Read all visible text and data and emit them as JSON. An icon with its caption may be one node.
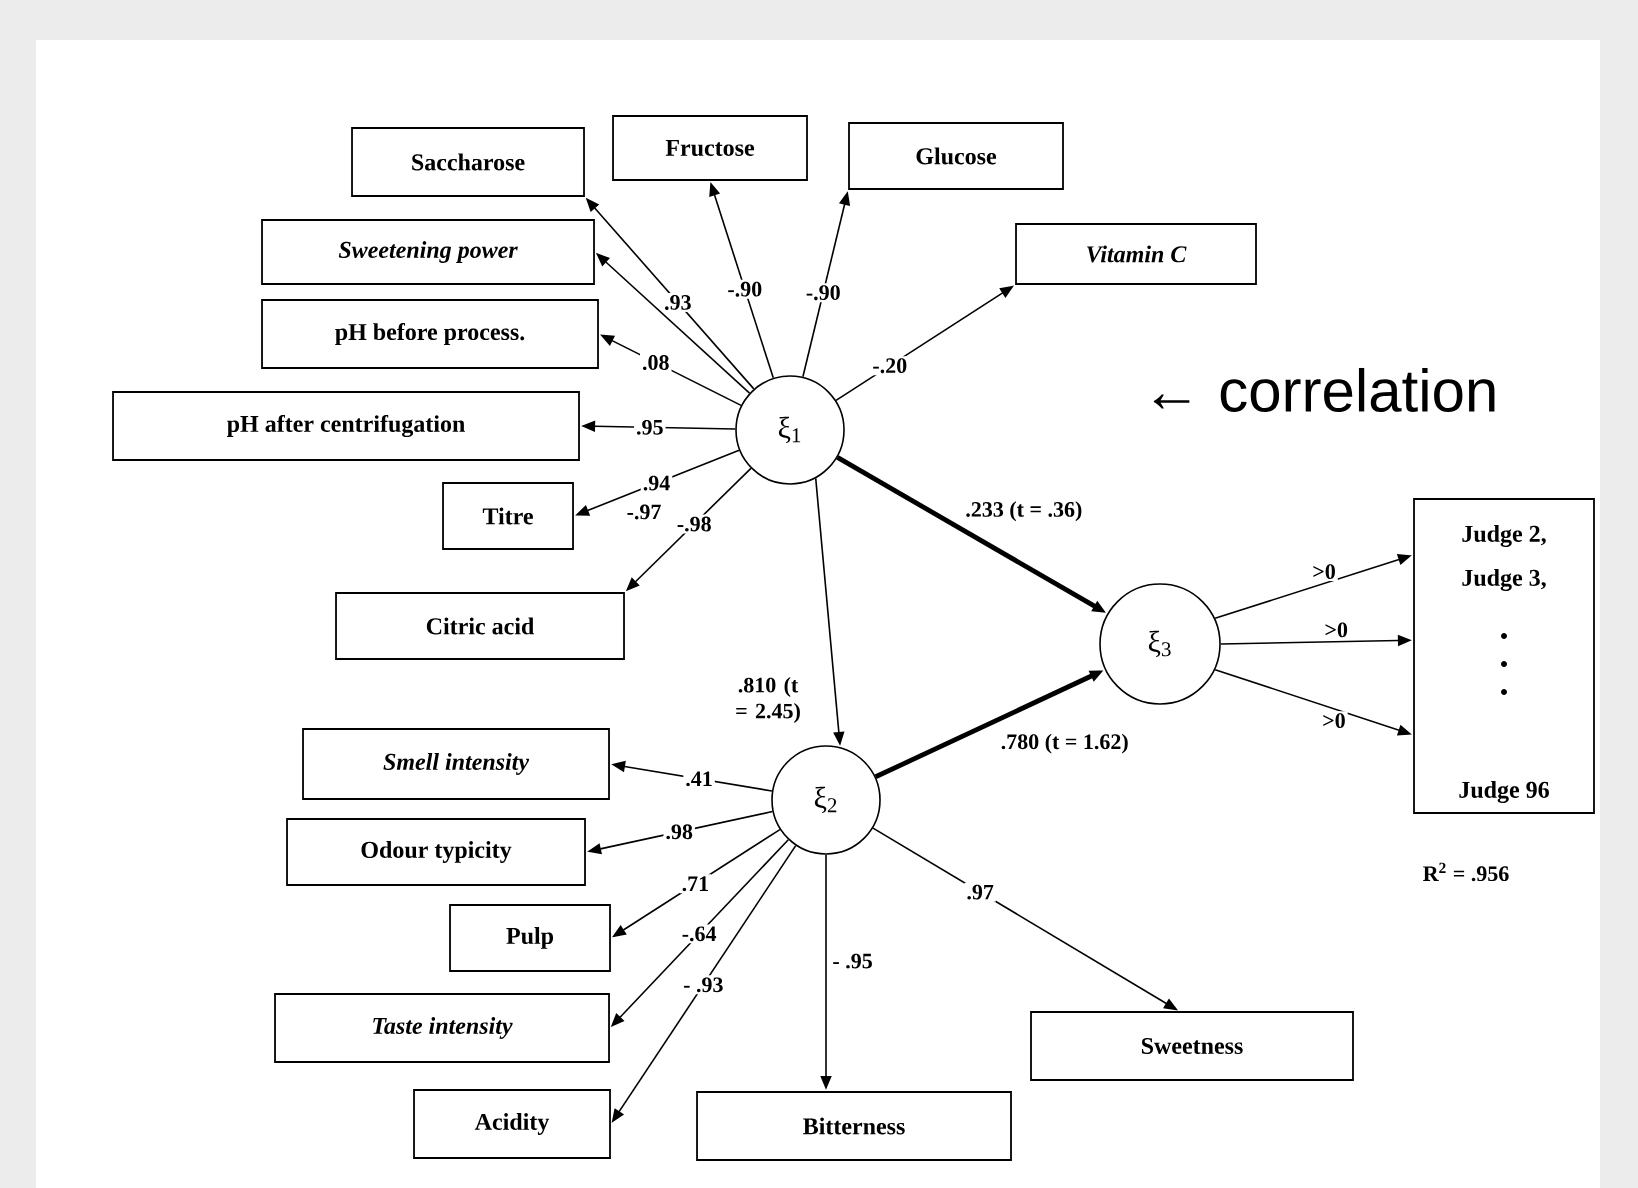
{
  "diagram": {
    "nodes": [
      {
        "text": [
          "Saccharose"
        ]
      },
      {
        "text": [
          "Fructose"
        ]
      },
      {
        "text": [
          "Glucose"
        ]
      },
      {
        "text": [
          "Sweetening power"
        ]
      },
      {
        "text": [
          "pH before process."
        ]
      },
      {
        "text": [
          "pH after centrifugation"
        ]
      },
      {
        "text": [
          "Titre"
        ]
      },
      {
        "text": [
          "Citric acid"
        ]
      },
      {
        "text": [
          "Vitamin C"
        ]
      },
      {
        "text": [
          "ξ$_{1}$"
        ]
      },
      {
        "text": [
          "ξ$_{3}$"
        ]
      },
      {
        "text": [
          "Judge 2,",
          "Judge 3,",
          "Judge 96"
        ]
      },
      {
        "text": [
          "ξ$_{2}$"
        ]
      },
      {
        "text": [
          "Smell intensity"
        ]
      },
      {
        "text": [
          "Odour typicity"
        ]
      },
      {
        "text": [
          "Pulp"
        ]
      },
      {
        "text": [
          "Taste intensity"
        ]
      },
      {
        "text": [
          "Acidity"
        ]
      },
      {
        "text": [
          "Bitterness"
        ]
      },
      {
        "text": [
          "Sweetness"
        ]
      }
    ],
    "edges": [
      {
        "from": 9,
        "to": 0,
        "arrow": "to",
        "label": ".93"
      },
      {
        "from": 9,
        "to": 1,
        "arrow": "to",
        "label": "-.90"
      },
      {
        "from": 9,
        "to": 2,
        "arrow": "to",
        "label": "-.90"
      },
      {
        "from": 9,
        "to": 3,
        "arrow": "to"
      },
      {
        "from": 9,
        "to": 4,
        "arrow": "to",
        "label": ".08"
      },
      {
        "from": 9,
        "to": 5,
        "arrow": "to",
        "label": ".95"
      },
      {
        "from": 9,
        "to": 6,
        "arrow": "to",
        "label": ".94"
      },
      {
        "from": 9,
        "to": 7,
        "arrow": "to",
        "label": "-.98"
      },
      {
        "from": 9,
        "to": 8,
        "arrow": "to",
        "label": "-.20"
      },
      {
        "from": 9,
        "to": 10,
        "arrow": "to",
        "label": ".233 (t = .36)",
        "style": "thick"
      },
      {
        "from": 9,
        "to": 12,
        "arrow": "to",
        "label": ".810 (t = 2.45)"
      },
      {
        "from": 10,
        "to": 11,
        "arrow": "to",
        "label": ">0"
      },
      {
        "from": 10,
        "to": 11,
        "arrow": "to",
        "label": ">0"
      },
      {
        "from": 10,
        "to": 11,
        "arrow": "to",
        "label": ">0"
      },
      {
        "from": 12,
        "to": 10,
        "arrow": "to",
        "label": ".780 (t = 1.62)",
        "style": "thick"
      },
      {
        "from": 12,
        "to": 13,
        "arrow": "to",
        "label": ".41"
      },
      {
        "from": 12,
        "to": 14,
        "arrow": "to",
        "label": ".98"
      },
      {
        "from": 12,
        "to": 15,
        "arrow": "to",
        "label": ".71"
      },
      {
        "from": 12,
        "to": 16,
        "arrow": "to",
        "label": "-.64"
      },
      {
        "from": 12,
        "to": 17,
        "arrow": "to",
        "label": "- .93"
      },
      {
        "from": 12,
        "to": 18,
        "arrow": "to",
        "label": "- .95"
      },
      {
        "from": 12,
        "to": 19,
        "arrow": "to",
        "label": ".97"
      }
    ],
    "labels": [
      "← correlation",
      "-.97",
      "R$^{2}$ = .956"
    ]
  }
}
